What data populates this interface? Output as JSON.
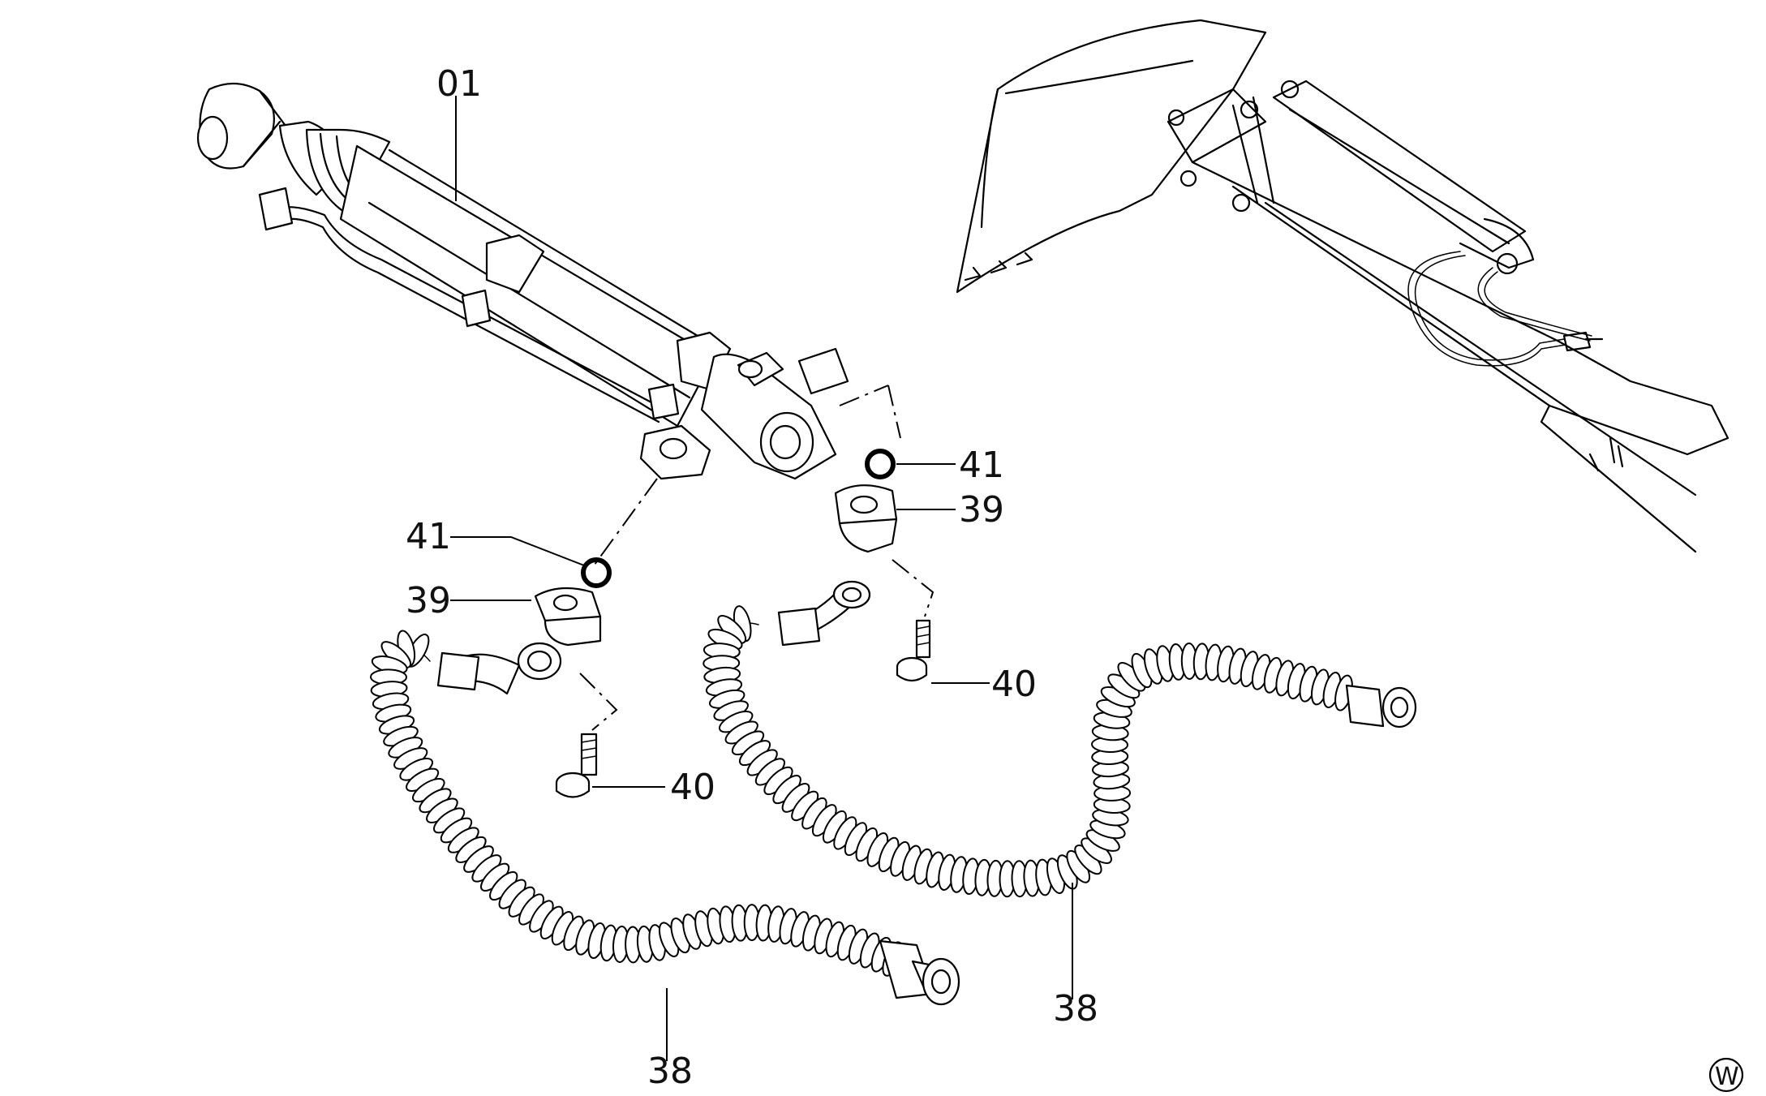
{
  "callouts": {
    "cylinder": "01",
    "hose_left": "38",
    "hose_right": "38",
    "flange_left": "39",
    "flange_right": "39",
    "bolt_left": "40",
    "bolt_right": "40",
    "oring_left": "41",
    "oring_right": "41"
  },
  "corner_mark": "W"
}
